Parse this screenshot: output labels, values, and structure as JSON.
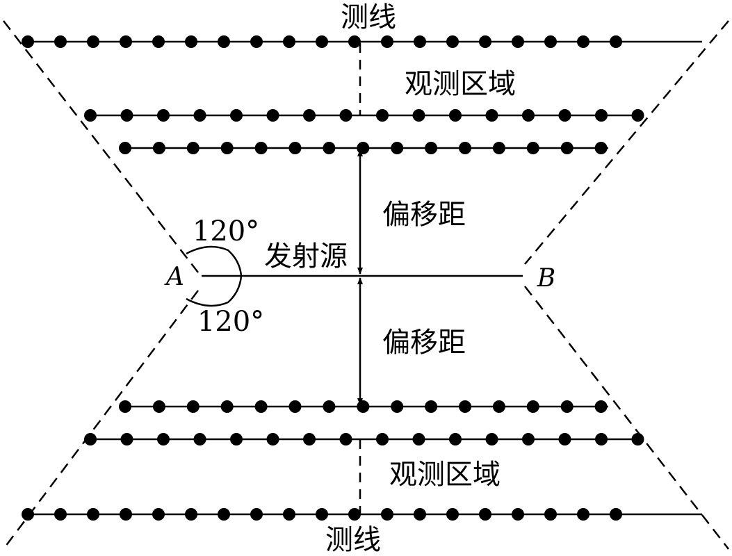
{
  "labels": {
    "survey_line_top": "测线",
    "survey_line_bottom": "测线",
    "observation_area_top": "观测区域",
    "observation_area_bottom": "观测区域",
    "offset_top": "偏移距",
    "offset_bottom": "偏移距",
    "source": "发射源",
    "angle_top": "120°",
    "angle_bottom": "120°",
    "point_a": "A",
    "point_b": "B"
  },
  "colors": {
    "ink": "#000000",
    "background": "#ffffff"
  },
  "survey_lines": {
    "count": 6,
    "receivers_per_line": [
      19,
      16,
      15,
      15,
      16,
      19
    ]
  }
}
